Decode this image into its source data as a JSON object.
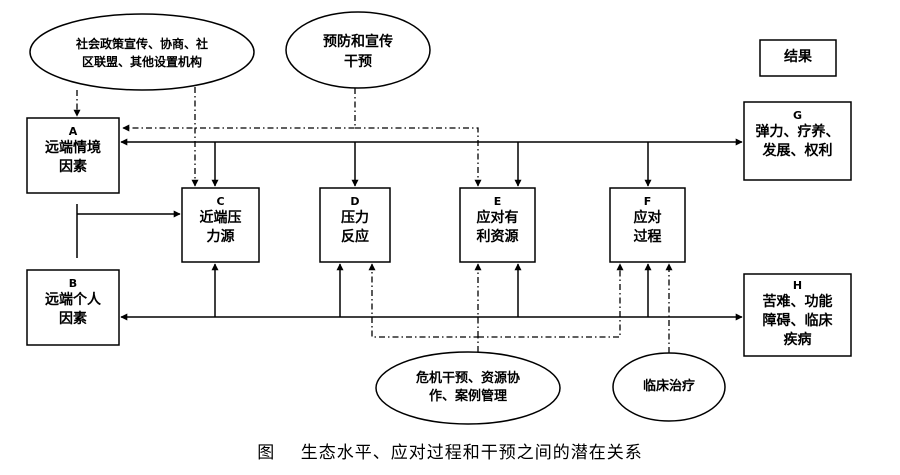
{
  "nodes": {
    "A": {
      "letter": "A",
      "line1": "远端情境",
      "line2": "因素"
    },
    "B": {
      "letter": "B",
      "line1": "远端个人",
      "line2": "因素"
    },
    "C": {
      "letter": "C",
      "line1": "近端压",
      "line2": "力源"
    },
    "D": {
      "letter": "D",
      "line1": "压力",
      "line2": "反应"
    },
    "E": {
      "letter": "E",
      "line1": "应对有",
      "line2": "利资源"
    },
    "F": {
      "letter": "F",
      "line1": "应对",
      "line2": "过程"
    },
    "G": {
      "letter": "G",
      "line1": "弹力、疗养、",
      "line2": "发展、权利"
    },
    "H": {
      "letter": "H",
      "line1": "苦难、功能",
      "line2": "障碍、临床",
      "line3": "疾病"
    }
  },
  "results_label": "结果",
  "interventions": {
    "social": {
      "line1": "社会政策宣传、协商、社",
      "line2": "区联盟、其他设置机构"
    },
    "prevention": {
      "line1": "预防和宣传",
      "line2": "干预"
    },
    "crisis": {
      "line1": "危机干预、资源协",
      "line2": "作、案例管理"
    },
    "clinical": {
      "line1": "临床治疗"
    }
  },
  "caption": "图    生态水平、应对过程和干预之间的潜在关系"
}
